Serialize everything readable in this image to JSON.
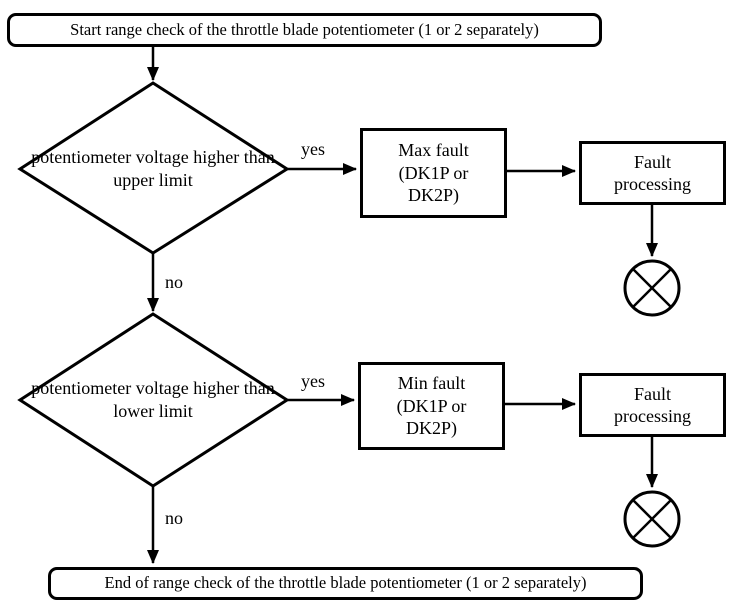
{
  "flowchart": {
    "start": {
      "label": "Start range check of the throttle blade potentiometer (1 or 2 separately)"
    },
    "decision_upper": {
      "label": "potentiometer voltage higher than upper limit",
      "yes_label": "yes",
      "no_label": "no"
    },
    "max_fault": {
      "label": "Max fault (DK1P or DK2P)"
    },
    "fault_processing_1": {
      "label": "Fault processing"
    },
    "decision_lower": {
      "label": "potentiometer voltage higher than lower limit",
      "yes_label": "yes",
      "no_label": "no"
    },
    "min_fault": {
      "label": "Min fault (DK1P or DK2P)"
    },
    "fault_processing_2": {
      "label": "Fault processing"
    },
    "end": {
      "label": "End of range check of the throttle blade potentiometer (1 or 2 separately)"
    },
    "colors": {
      "line": "#000000",
      "background": "#ffffff",
      "text": "#000000"
    }
  }
}
